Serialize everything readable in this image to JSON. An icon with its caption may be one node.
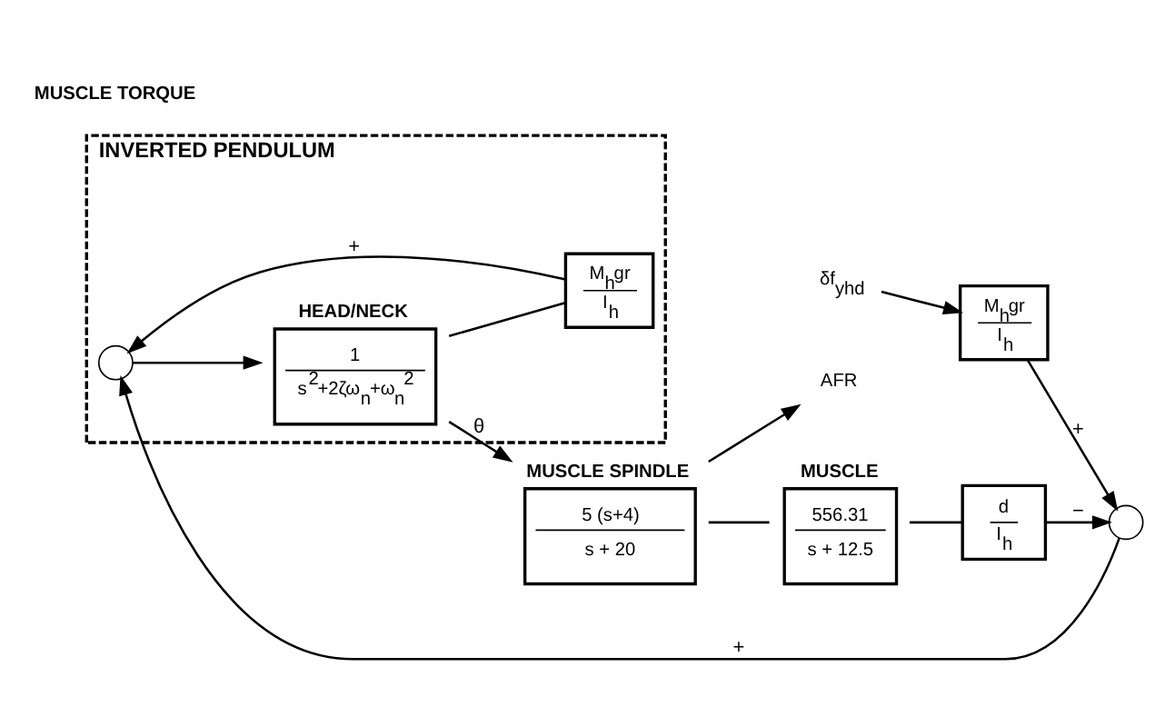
{
  "diagram": {
    "nodes": [
      {
        "text": [
          "δf$_{yhd}$"
        ]
      },
      {
        "text": [
          "M$_{h}$gr",
          "I$_{h}$"
        ]
      },
      {
        "text": [],
        "shape": "circle"
      },
      {
        "text": [
          "INVERTED PENDULUM"
        ]
      },
      {
        "text": [],
        "shape": "circle",
        "in": 3
      },
      {
        "text": [
          "HEAD/NECK",
          "1",
          "s$^{2}$+2ζω$_{n}$+ω$_{n}$$^{2}$"
        ],
        "in": 3
      },
      {
        "text": [
          "M$_{h}$gr",
          "I$_{h}$"
        ],
        "in": 3
      },
      {
        "text": [
          "MUSCLE SPINDLE",
          "5 (s+4)",
          "s + 20"
        ]
      },
      {
        "text": [
          "AFR"
        ]
      },
      {
        "text": [
          "MUSCLE",
          "556.31",
          "s + 12.5"
        ]
      },
      {
        "text": [
          "d",
          "I$_{h}$"
        ]
      }
    ],
    "edges": [
      {
        "from": 0,
        "to": 1,
        "arrow": "to"
      },
      {
        "from": 1,
        "to": 2,
        "arrow": "to",
        "label": "+"
      },
      {
        "from": 2,
        "to": 4,
        "arrow": "to",
        "label": "+"
      },
      {
        "from": 4,
        "to": 5,
        "arrow": "to"
      },
      {
        "from": 5,
        "to": 7,
        "arrow": "to",
        "label": "θ"
      },
      {
        "from": 5,
        "to": 6,
        "arrow": "none"
      },
      {
        "from": 6,
        "to": 4,
        "arrow": "to",
        "label": "+"
      },
      {
        "from": 7,
        "to": 8,
        "arrow": "to"
      },
      {
        "from": 7,
        "to": 9,
        "arrow": "none"
      },
      {
        "from": 9,
        "to": 10,
        "arrow": "none"
      },
      {
        "from": 10,
        "to": 2,
        "arrow": "to",
        "label": "−"
      }
    ],
    "labels": [
      "MUSCLE TORQUE"
    ]
  }
}
